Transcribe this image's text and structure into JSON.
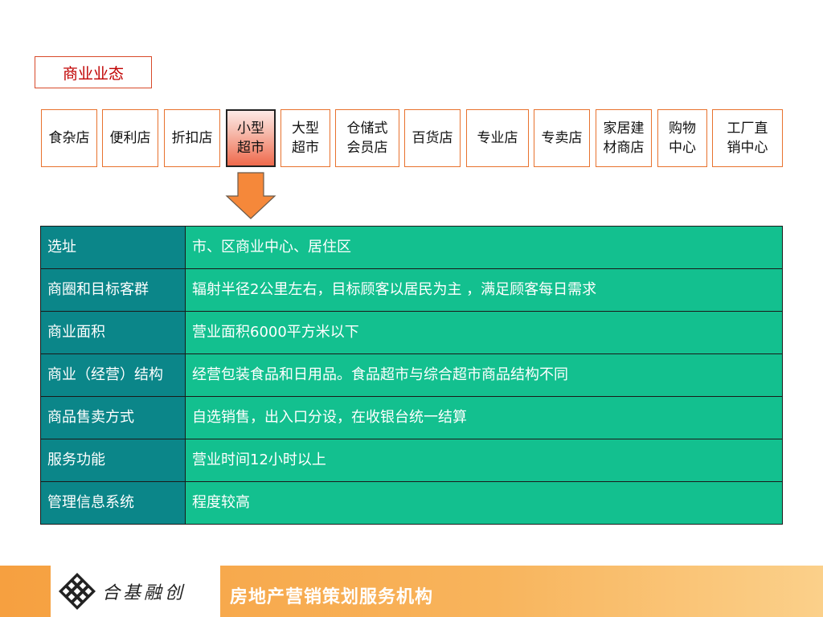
{
  "title": "商业业态",
  "categories": [
    "食杂店",
    "便利店",
    "折扣店",
    "小型\n超市",
    "大型\n超市",
    "仓储式\n会员店",
    "百货店",
    "专业店",
    "专卖店",
    "家居建\n材商店",
    "购物\n中心",
    "工厂直\n销中心"
  ],
  "active_category": "小型超市",
  "table": {
    "rows": [
      {
        "label": "选址",
        "value": "市、区商业中心、居住区"
      },
      {
        "label": "商圈和目标客群",
        "value": "辐射半径2公里左右，目标顾客以居民为主 ，满足顾客每日需求"
      },
      {
        "label": "商业面积",
        "value": "营业面积6000平方米以下"
      },
      {
        "label": "商业（经营）结构",
        "value": "经营包装食品和日用品。食品超市与综合超市商品结构不同"
      },
      {
        "label": "商品售卖方式",
        "value": "自选销售，出入口分设，在收银台统一结算"
      },
      {
        "label": "服务功能",
        "value": "营业时间12小时以上"
      },
      {
        "label": "管理信息系统",
        "value": "程度较高"
      }
    ]
  },
  "footer": {
    "logo_text": "合基融创",
    "logo_icon": "diamond-knot-icon",
    "tagline": "房地产营销策划服务机构"
  },
  "colors": {
    "label_bg": "#0b8689",
    "value_bg": "#13c08f",
    "border_orange": "#e8722e",
    "arrow": "#f5883a"
  }
}
